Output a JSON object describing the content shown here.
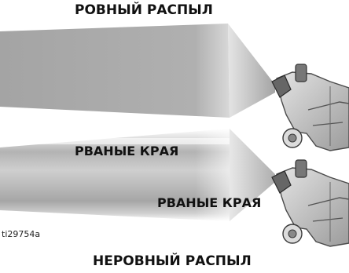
{
  "labels": {
    "top": "РОВНЫЙ РАСПЫЛ",
    "upper_edges": "РВАНЫЕ КРАЯ",
    "lower_edges": "РВАНЫЕ КРАЯ",
    "bottom": "НЕРОВНЫЙ РАСПЫЛ"
  },
  "figure_id": "ti29754a",
  "colors": {
    "spray_fill": "#a9a9a9",
    "spray_dark": "#8e8e8e",
    "gun_body": "#cfcfcf",
    "gun_dark": "#555555"
  },
  "icons": [
    "spray-gun-icon",
    "spray-gun-icon"
  ]
}
